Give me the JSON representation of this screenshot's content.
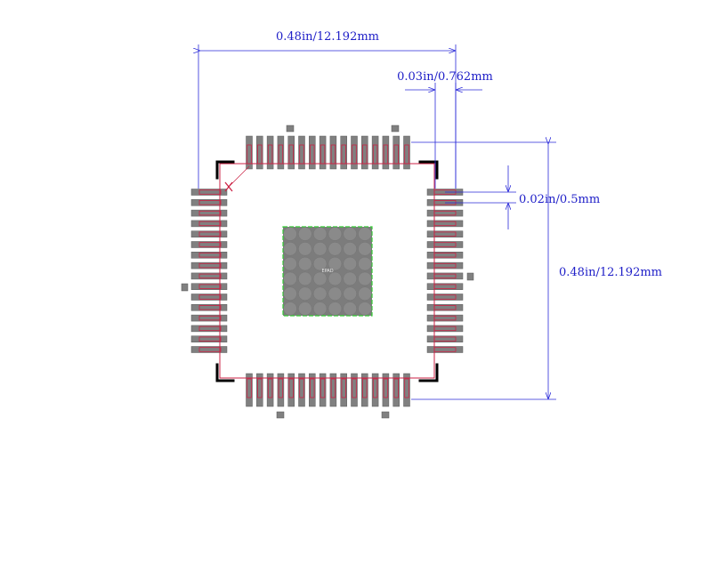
{
  "dimensions": {
    "width_label": "0.48in/12.192mm",
    "pitch_span_label": "0.03in/0.762mm",
    "pin_width_label": "0.02in/0.5mm",
    "height_label": "0.48in/12.192mm"
  },
  "thermal_pad": {
    "label": "EPAD"
  },
  "colors": {
    "dimension": "#2a2ad8",
    "pad": "#808080",
    "outline": "#cc2244",
    "epad_border": "#33cc33",
    "silkscreen": "#000000"
  },
  "pins_per_side": 16
}
